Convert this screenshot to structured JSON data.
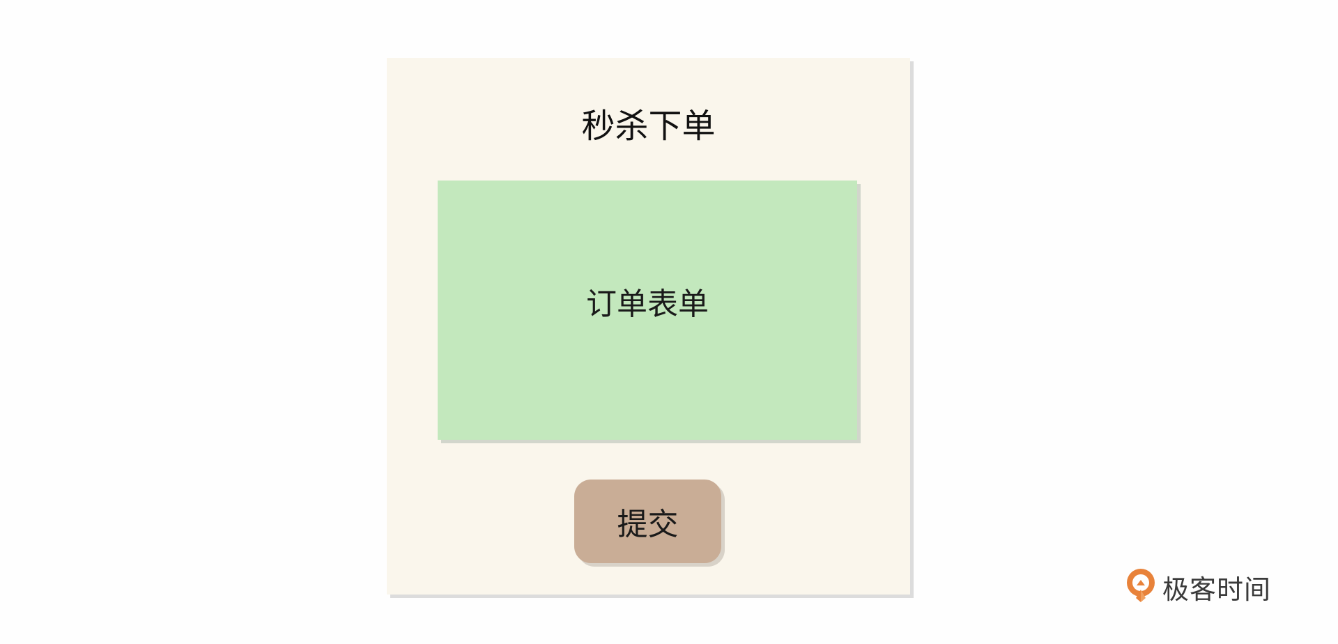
{
  "panel": {
    "title": "秒杀下单",
    "form_label": "订单表单",
    "submit_label": "提交"
  },
  "brand": {
    "logo_icon": "geektime-logo-icon",
    "name": "极客时间",
    "accent_color": "#e8823a"
  },
  "colors": {
    "panel_bg": "#faf6ec",
    "form_bg": "#c3e8bd",
    "button_bg": "#c9ad96"
  }
}
